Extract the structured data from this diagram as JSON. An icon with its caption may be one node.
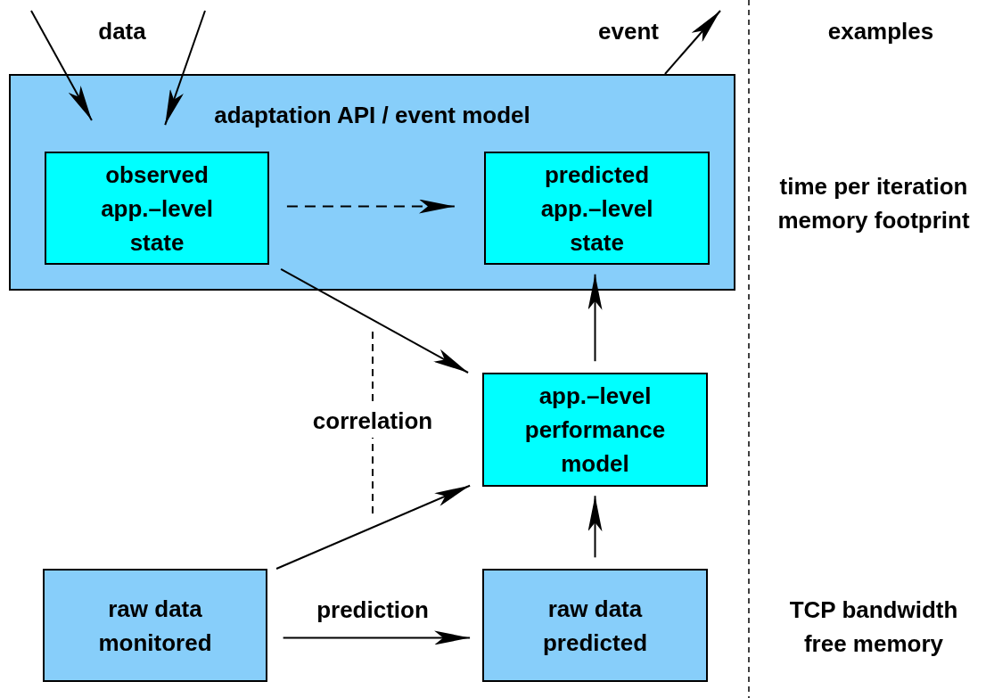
{
  "diagram": {
    "nodes": [
      {
        "text": [
          "adaptation API / event model"
        ]
      },
      {
        "text": [
          "observed app.–level state"
        ],
        "in": 0
      },
      {
        "text": [
          "predicted app.–level state"
        ],
        "in": 0
      },
      {
        "text": [
          "app.–level performance model"
        ]
      },
      {
        "text": [
          "raw data monitored"
        ]
      },
      {
        "text": [
          "raw data predicted"
        ]
      }
    ],
    "edges": [
      {
        "from": null,
        "to": 0,
        "arrow": "to"
      },
      {
        "from": null,
        "to": 0,
        "arrow": "to"
      },
      {
        "from": 0,
        "to": null,
        "arrow": "to"
      },
      {
        "from": 1,
        "to": 2,
        "arrow": "to",
        "style": "dashed"
      },
      {
        "from": 1,
        "to": 3,
        "arrow": "to"
      },
      {
        "from": 3,
        "to": 2,
        "arrow": "to"
      },
      {
        "from": 4,
        "to": 3,
        "arrow": "to"
      },
      {
        "from": 4,
        "to": 5,
        "arrow": "to",
        "label": "prediction"
      },
      {
        "from": 5,
        "to": 3,
        "arrow": "to"
      }
    ],
    "labels": [
      "data",
      "event",
      "examples",
      "time per iteration memory footprint",
      "correlation",
      "TCP bandwidth free memory"
    ]
  }
}
